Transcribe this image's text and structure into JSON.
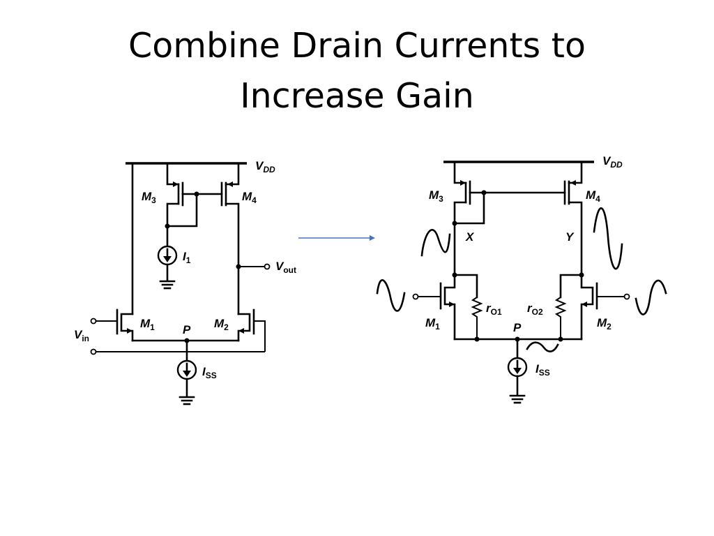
{
  "slide": {
    "title_line1": "Combine Drain Currents to",
    "title_line2": "Increase Gain"
  },
  "left_circuit": {
    "vdd": {
      "main": "V",
      "sub": "DD"
    },
    "m3": {
      "main": "M",
      "sub": "3"
    },
    "m4": {
      "main": "M",
      "sub": "4"
    },
    "i1": {
      "main": "I",
      "sub": "1"
    },
    "vout": {
      "main": "V",
      "sub": "out"
    },
    "m1": {
      "main": "M",
      "sub": "1"
    },
    "m2": {
      "main": "M",
      "sub": "2"
    },
    "p": "P",
    "vin": {
      "main": "V",
      "sub": "in"
    },
    "iss": {
      "main": "I",
      "sub": "SS"
    }
  },
  "right_circuit": {
    "vdd": {
      "main": "V",
      "sub": "DD"
    },
    "m3": {
      "main": "M",
      "sub": "3"
    },
    "m4": {
      "main": "M",
      "sub": "4"
    },
    "x": "X",
    "y": "Y",
    "m1": {
      "main": "M",
      "sub": "1"
    },
    "m2": {
      "main": "M",
      "sub": "2"
    },
    "ro1": {
      "main": "r",
      "sub": "O1"
    },
    "ro2": {
      "main": "r",
      "sub": "O2"
    },
    "p": "P",
    "iss": {
      "main": "I",
      "sub": "SS"
    }
  },
  "colors": {
    "arrow": "#4472c4",
    "ink": "#000000"
  }
}
